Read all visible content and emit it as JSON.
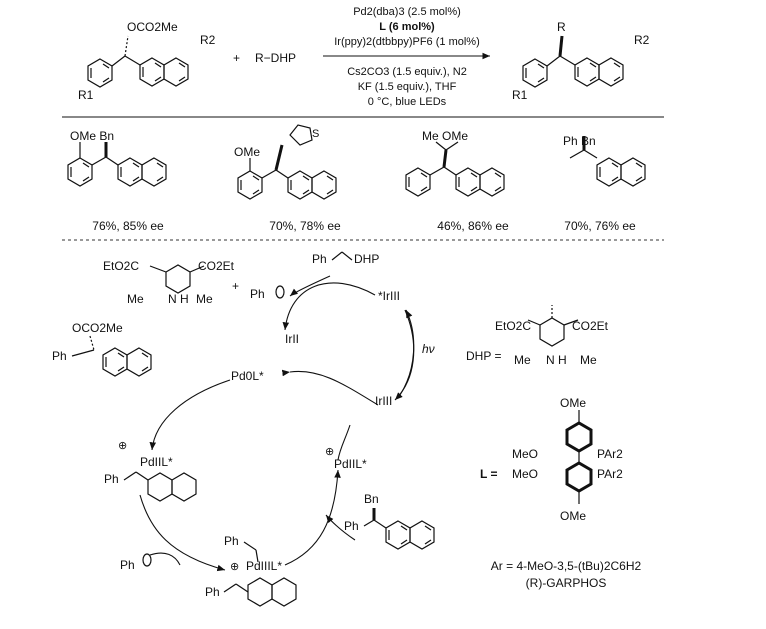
{
  "scheme": {
    "reagent_R_DHP": "R−DHP",
    "plus": "+",
    "conditions_above": [
      "Pd2(dba)3 (2.5 mol%)",
      "L (6 mol%)",
      "Ir(ppy)2(dtbbpy)PF6 (1 mol%)"
    ],
    "conditions_below": [
      "Cs2CO3 (1.5 equiv.), N2",
      "KF (1.5 equiv.), THF",
      "0 °C, blue LEDs"
    ],
    "substrate_group": "OCO2Me",
    "R1": "R1",
    "R2": "R2",
    "product_R": "R"
  },
  "examples": [
    {
      "label": "OMe Bn",
      "yield": "76%, 85% ee"
    },
    {
      "label": "OMe",
      "yield": "70%, 78% ee"
    },
    {
      "label": "Me OMe",
      "yield": "46%, 86% ee"
    },
    {
      "label": "Ph Bn",
      "yield": "70%, 76% ee"
    }
  ],
  "cycle": {
    "pyridine_left": "EtO2C",
    "pyridine_right": "CO2Et",
    "Me_left": "Me",
    "Me_right": "Me",
    "NH": "N H",
    "Ph_radical": "Ph",
    "Ph_DHP_Ph": "Ph",
    "Ph_DHP_DHP": "DHP",
    "Ir_star": "*IrIII",
    "Ir_II": "IrII",
    "Ir_III": "IrIII",
    "hv": "hν",
    "substrate_OCO2Me": "OCO2Me",
    "substrate_Ph": "Ph",
    "Pd0": "Pd0L*",
    "PdII_left": "PdIIL*",
    "PdII_right": "PdIIL*",
    "PdIII": "PdIIIL*",
    "Ph_left": "Ph",
    "Ph_radical2": "Ph",
    "Ph_bottom1": "Ph",
    "Ph_bottom2": "Ph",
    "product_Bn": "Bn",
    "product_Ph": "Ph",
    "oplus": "⊕"
  },
  "dhp_def": {
    "label": "DHP =",
    "left": "EtO2C",
    "right": "CO2Et",
    "Me_left": "Me",
    "Me_right": "Me",
    "NH": "N H"
  },
  "ligand": {
    "L_eq": "L =",
    "OMe_top": "OMe",
    "MeO_1": "MeO",
    "PAr2_1": "PAr2",
    "MeO_2": "MeO",
    "PAr2_2": "PAr2",
    "OMe_bottom": "OMe",
    "Ar_def": "Ar = 4-MeO-3,5-(tBu)2C6H2",
    "name": "(R)-GARPHOS"
  }
}
